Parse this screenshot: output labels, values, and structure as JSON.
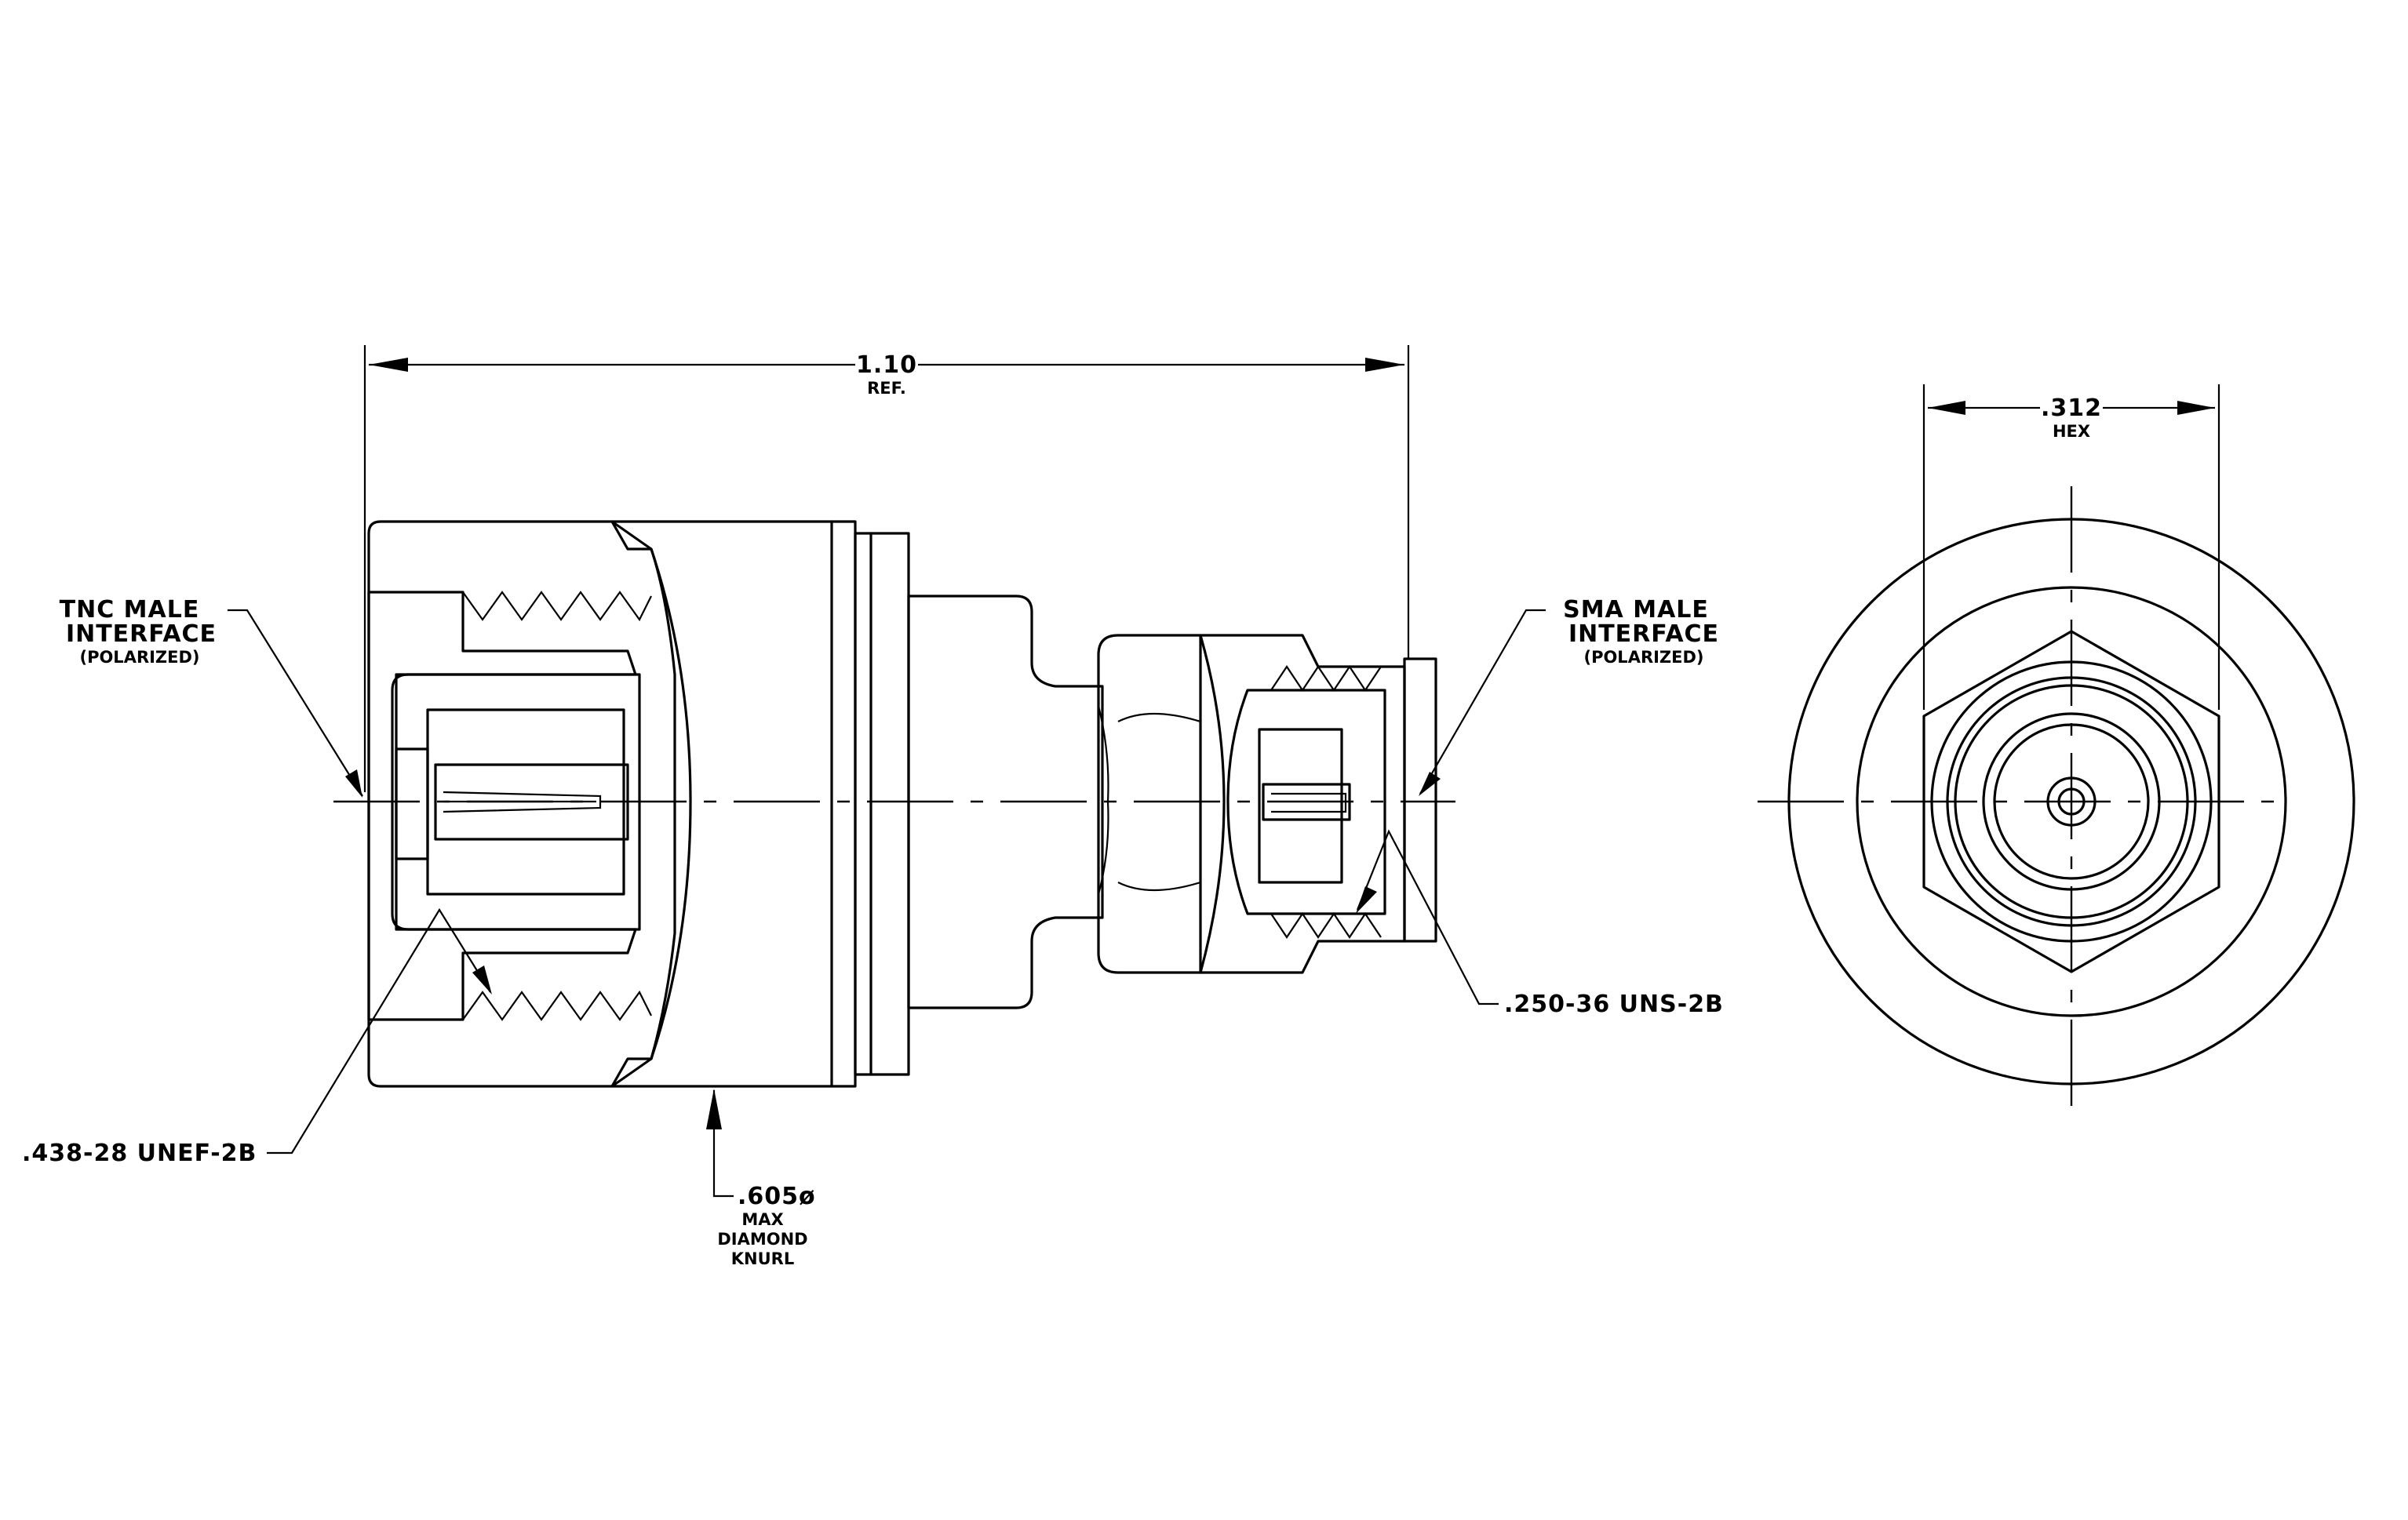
{
  "labels": {
    "overall_length": "1.10",
    "overall_length_note": "REF.",
    "hex_size": ".312",
    "hex_note": "HEX",
    "tnc_line1": "TNC  MALE",
    "tnc_line2": "INTERFACE",
    "tnc_line3": "(POLARIZED)",
    "sma_line1": "SMA  MALE",
    "sma_line2": "INTERFACE",
    "sma_line3": "(POLARIZED)",
    "thread_tnc": ".438-28  UNEF-2B",
    "thread_sma": ".250-36  UNS-2B",
    "knurl_dia": ".605ø",
    "knurl_note1": "MAX",
    "knurl_note2": "DIAMOND",
    "knurl_note3": "KNURL"
  }
}
